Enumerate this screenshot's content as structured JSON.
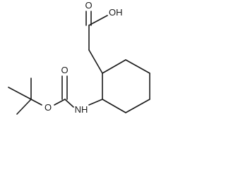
{
  "molecule": {
    "atoms": {
      "carbonyl_oxygen_acid": "O",
      "hydroxyl": "OH",
      "carbonyl_oxygen_carbamate": "O",
      "ester_oxygen": "O",
      "amine": "NH"
    }
  }
}
